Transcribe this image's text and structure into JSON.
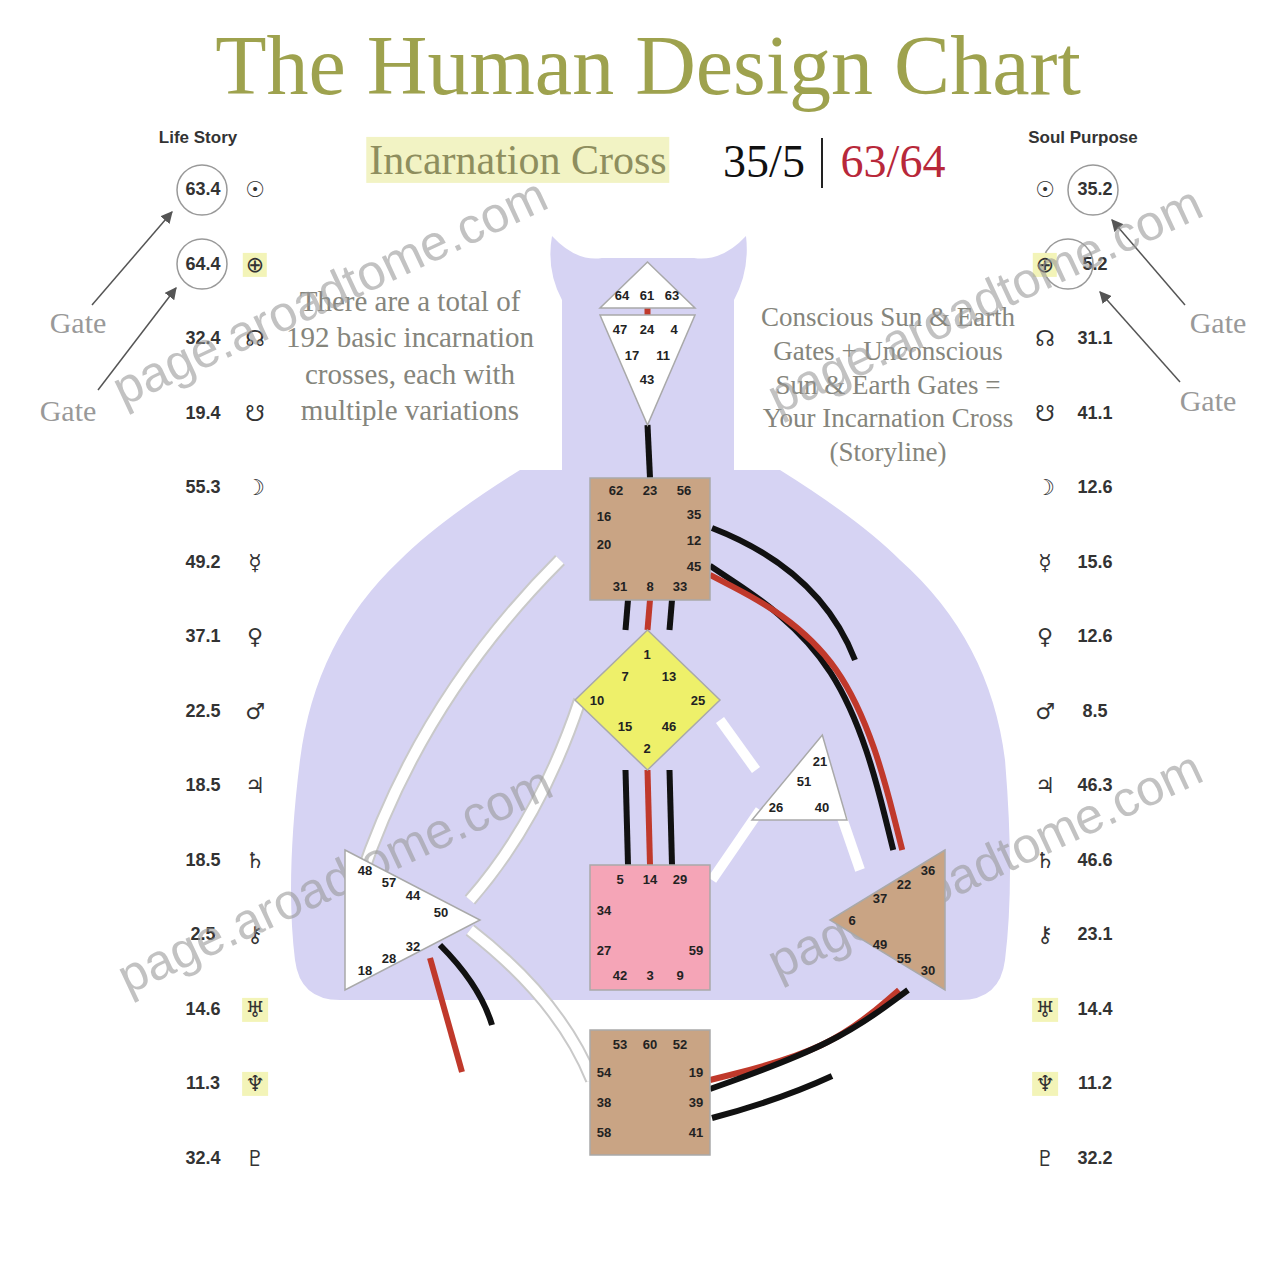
{
  "diagram": {
    "title": "The Human Design Chart",
    "nodes": [
      {
        "text": [
          "64",
          "61",
          "63"
        ]
      },
      {
        "text": [
          "47",
          "24",
          "4",
          "17",
          "43",
          "11"
        ]
      },
      {
        "text": [
          "62",
          "23",
          "56",
          "16",
          "35",
          "20",
          "12",
          "45",
          "31",
          "8",
          "33"
        ]
      },
      {
        "text": [
          "1",
          "7",
          "13",
          "10",
          "25",
          "15",
          "2",
          "46"
        ]
      },
      {
        "text": [
          "21",
          "51",
          "26",
          "40"
        ]
      },
      {
        "text": [
          "48",
          "57",
          "44",
          "50",
          "32",
          "28",
          "18"
        ]
      },
      {
        "text": [
          "5",
          "14",
          "29",
          "34",
          "27",
          "59",
          "42",
          "3",
          "9"
        ]
      },
      {
        "text": [
          "36",
          "22",
          "37",
          "6",
          "49",
          "55",
          "30"
        ]
      },
      {
        "text": [
          "53",
          "60",
          "52",
          "54",
          "19",
          "38",
          "39",
          "58",
          "41"
        ]
      }
    ],
    "edges": [
      {
        "from": 0,
        "to": 1,
        "arrow": "none"
      },
      {
        "from": 1,
        "to": 2,
        "arrow": "none"
      },
      {
        "from": 2,
        "to": 3,
        "arrow": "none"
      },
      {
        "from": 3,
        "to": 6,
        "arrow": "none"
      },
      {
        "from": 2,
        "to": 7,
        "arrow": "none"
      },
      {
        "from": 8,
        "to": 7,
        "arrow": "none"
      }
    ],
    "labels": [
      "Life Story",
      "Soul Purpose",
      "Incarnation Cross",
      "35/5",
      "63/64",
      "There are a total of 192 basic incarnation crosses, each with multiple variations",
      "Conscious Sun & Earth Gates + Unconscious Sun & Earth Gates = Your Incarnation Cross (Storyline)",
      "Gate",
      "Gate",
      "Gate",
      "Gate",
      "63.4",
      "☉",
      "64.4",
      "⊕",
      "32.4",
      "☊",
      "19.4",
      "☋",
      "55.3",
      "☽",
      "49.2",
      "☿",
      "37.1",
      "♀",
      "22.5",
      "♂",
      "18.5",
      "♃",
      "18.5",
      "♄",
      "2.5",
      "⚷",
      "14.6",
      "♅",
      "11.3",
      "♆",
      "32.4",
      "♇",
      "☉",
      "35.2",
      "⊕",
      "5.2",
      "☊",
      "31.1",
      "☋",
      "41.1",
      "☽",
      "12.6",
      "☿",
      "15.6",
      "♀",
      "12.6",
      "♂",
      "8.5",
      "♃",
      "46.3",
      "♄",
      "46.6",
      "⚷",
      "23.1",
      "♅",
      "14.4",
      "♆",
      "11.2",
      "♇",
      "32.2",
      "page.aroadtome.com",
      "page.aroadtome.com",
      "page.aroadtome.com",
      "page.aroadtome.com"
    ]
  }
}
